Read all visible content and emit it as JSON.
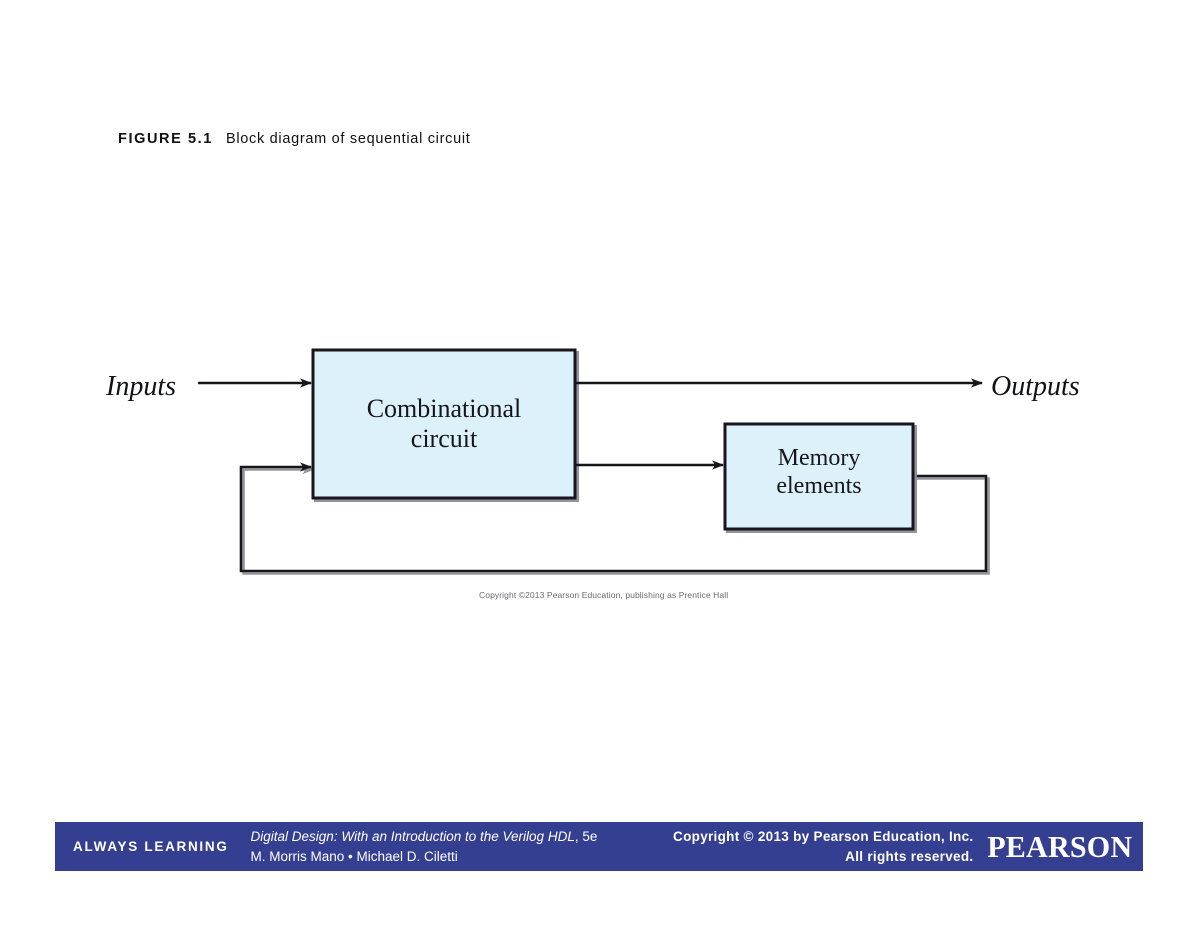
{
  "figure": {
    "label": "FIGURE 5.1",
    "title": "Block diagram of sequential circuit",
    "copyright_note": "Copyright ©2013 Pearson Education, publishing as Prentice Hall"
  },
  "diagram": {
    "type": "block-diagram",
    "blocks": [
      {
        "id": "combinational",
        "label_line1": "Combinational",
        "label_line2": "circuit",
        "fill": "#ddf1fb",
        "stroke": "#16171c"
      },
      {
        "id": "memory",
        "label_line1": "Memory",
        "label_line2": "elements",
        "fill": "#ddf1fb",
        "stroke": "#16171c"
      }
    ],
    "io_labels": {
      "inputs": "Inputs",
      "outputs": "Outputs"
    },
    "connections": [
      {
        "from": "inputs",
        "to": "combinational",
        "arrow": true
      },
      {
        "from": "combinational",
        "to": "outputs",
        "arrow": true
      },
      {
        "from": "combinational",
        "to": "memory",
        "arrow": true
      },
      {
        "from": "memory",
        "to": "combinational",
        "arrow": true,
        "style": "feedback-loop"
      }
    ]
  },
  "footer": {
    "always_learning": "ALWAYS LEARNING",
    "book_title": "Digital Design: With an Introduction to the Verilog HDL",
    "book_edition": ", 5e",
    "authors": "M. Morris Mano • Michael D. Ciletti",
    "copyright_line1": "Copyright © 2013 by Pearson Education, Inc.",
    "copyright_line2": "All rights reserved.",
    "brand": "PEARSON",
    "bar_color": "#343f91"
  }
}
